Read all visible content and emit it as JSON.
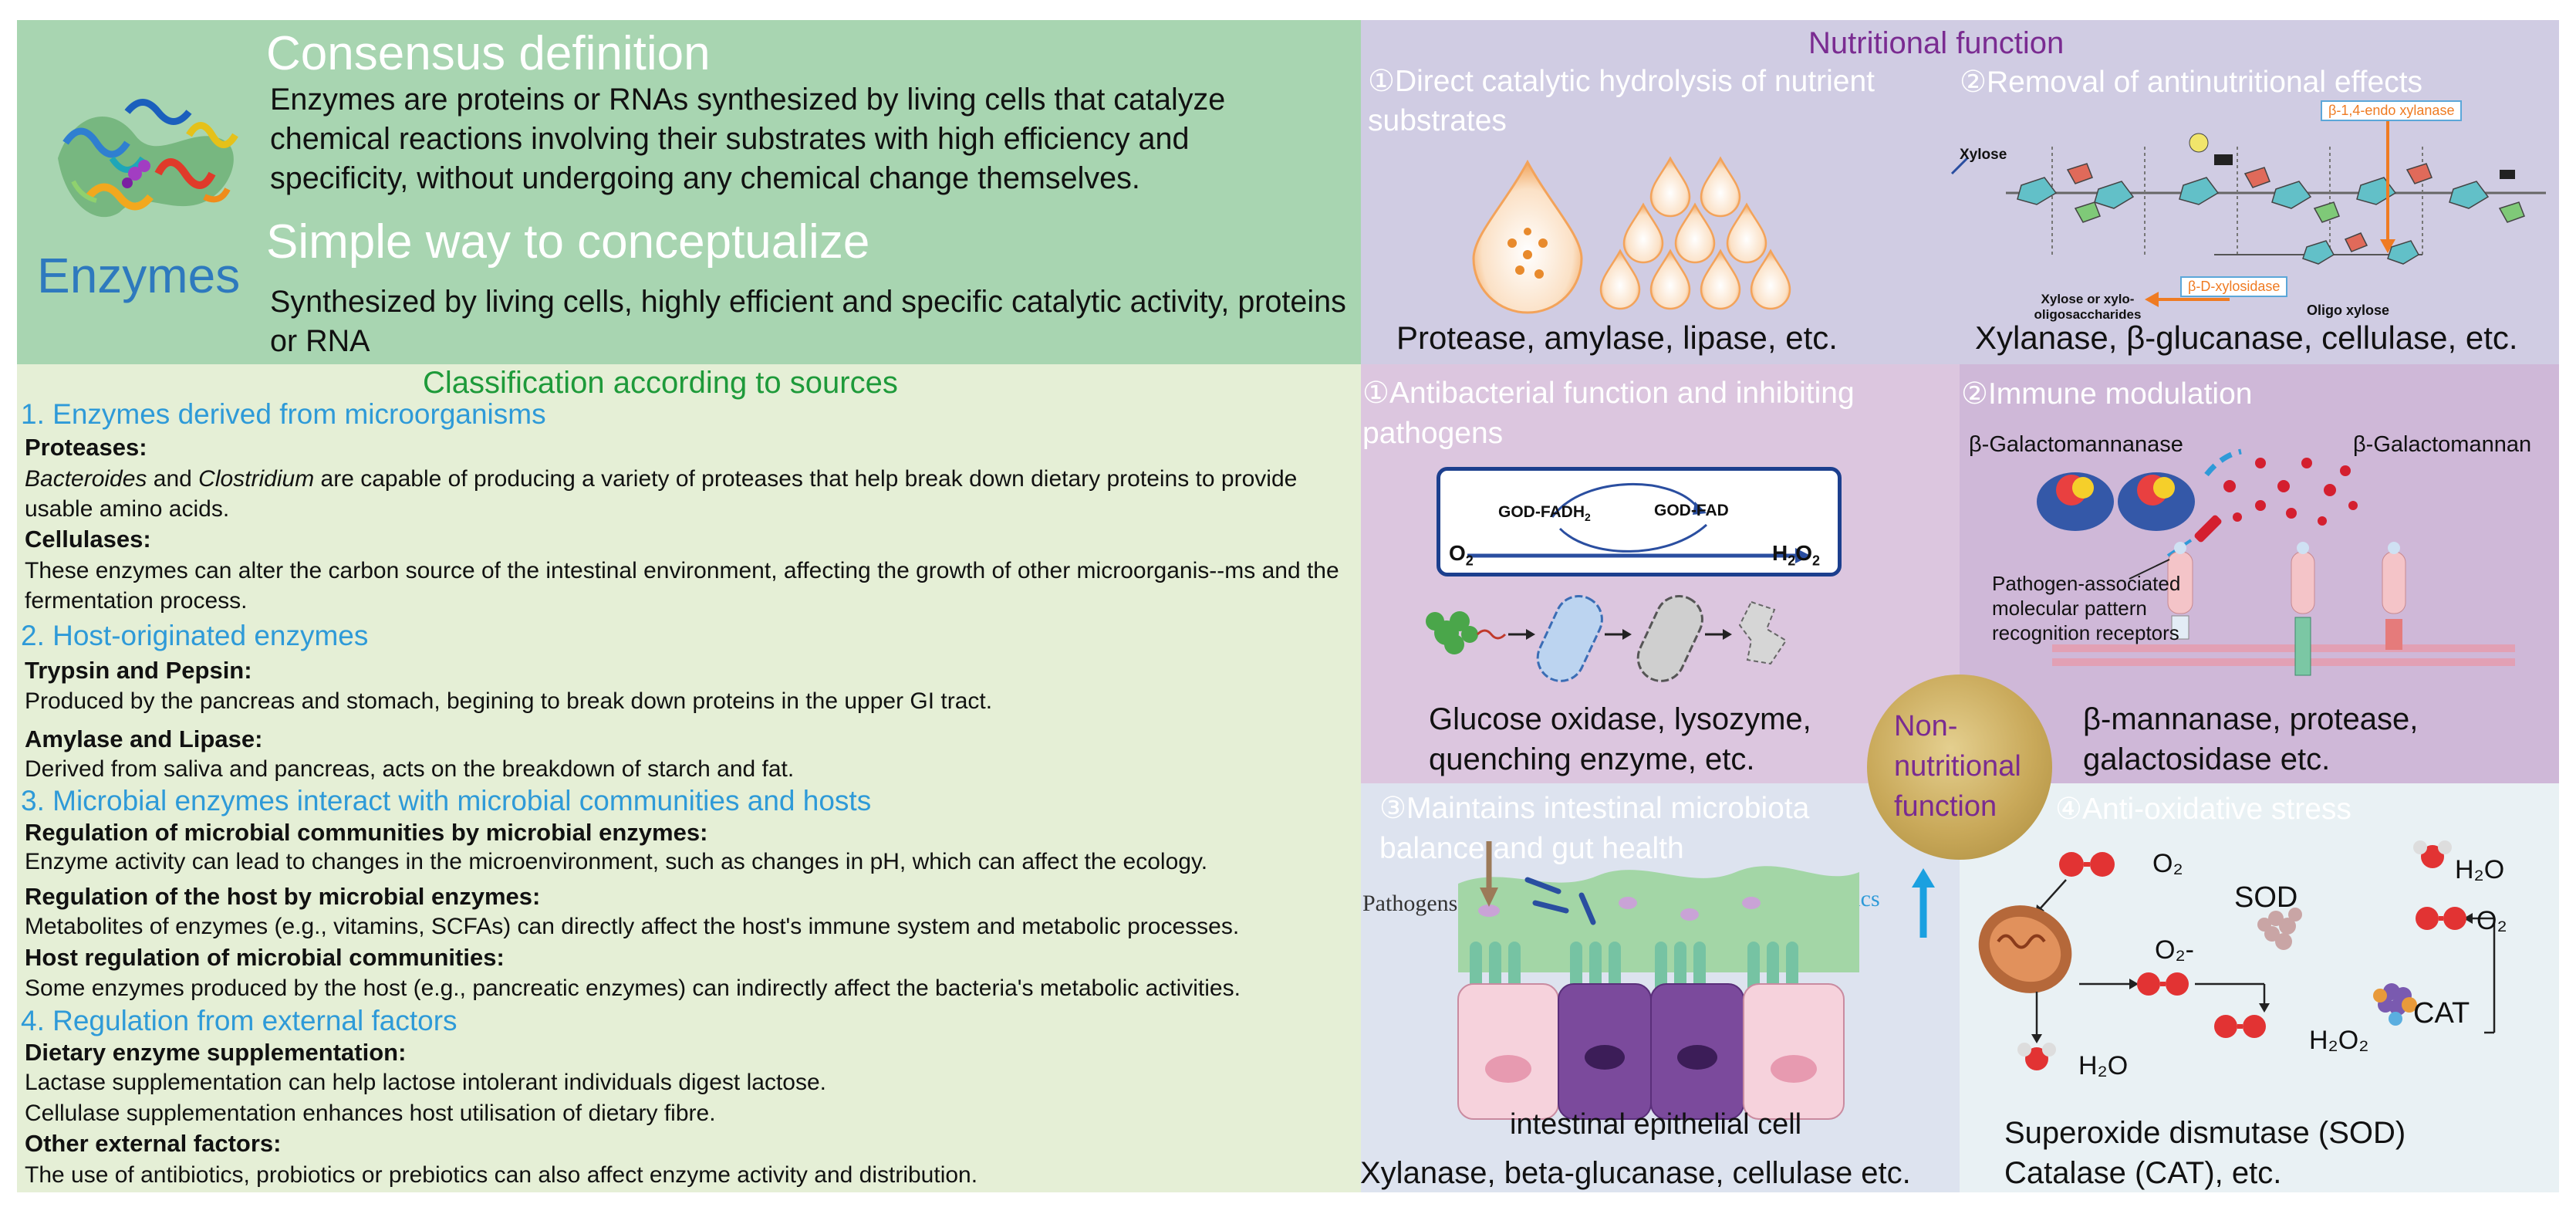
{
  "definition": {
    "enzymes_label": "Enzymes",
    "consensus_title": "Consensus definition",
    "consensus_text": "Enzymes are proteins or RNAs synthesized by living cells that catalyze chemical reactions involving their substrates with high efficiency and specificity,  without undergoing any chemical change themselves.",
    "simple_title": "Simple way to conceptualize",
    "simple_text": "Synthesized by living cells, highly efficient and specific catalytic activity, proteins or RNA"
  },
  "classification": {
    "title": "Classification according to sources",
    "sections": [
      {
        "heading": "1. Enzymes derived from microorganisms",
        "items": [
          {
            "label": "Proteases:",
            "italic1": "Bacteroides",
            "mid": " and ",
            "italic2": "Clostridium",
            "text": " are capable of producing a variety of proteases that help break down dietary proteins to provide usable amino acids."
          },
          {
            "label": "Cellulases:",
            "text": "These enzymes can alter the carbon source of the intestinal environment, affecting the growth of other microorganis--ms and the fermentation process."
          }
        ]
      },
      {
        "heading": "2. Host-originated enzymes",
        "items": [
          {
            "label": "Trypsin and Pepsin:",
            "text": "Produced by the pancreas and stomach, begining to break down proteins in the upper GI tract."
          },
          {
            "label": "Amylase and Lipase:",
            "text": "Derived from saliva and pancreas, acts on the breakdown of starch and fat."
          }
        ]
      },
      {
        "heading": "3. Microbial enzymes interact with microbial communities and hosts",
        "items": [
          {
            "label": "Regulation of microbial communities by microbial enzymes:",
            "text": "Enzyme activity can lead to changes in the microenvironment, such as changes in pH, which can affect the ecology."
          },
          {
            "label": "Regulation of the host by microbial enzymes:",
            "text": "Metabolites of enzymes (e.g., vitamins, SCFAs) can directly affect the host's immune system and metabolic processes."
          },
          {
            "label": "Host regulation of microbial communities:",
            "text": "Some enzymes produced by the host (e.g., pancreatic enzymes) can indirectly affect the bacteria's metabolic activities."
          }
        ]
      },
      {
        "heading": "4. Regulation from external factors",
        "items": [
          {
            "label": "Dietary enzyme supplementation:",
            "text": "Lactase supplementation can help lactose intolerant individuals digest lactose.",
            "text2": "Cellulase supplementation enhances host utilisation of dietary fibre."
          },
          {
            "label": "Other external factors:",
            "text": "The use of antibiotics, probiotics or prebiotics can also affect enzyme activity and distribution."
          }
        ]
      }
    ]
  },
  "nutritional": {
    "title": "Nutritional function",
    "direct_title": "①Direct catalytic hydrolysis of nutrient substrates",
    "direct_caption": "Protease, amylase, lipase, etc.",
    "antinutri_title": "②Removal of antinutritional effects",
    "antinutri_caption": "Xylanase, β-glucanase, cellulase, etc.",
    "xylose_label": "Xylose",
    "endo_label": "β-1,4-endo xylanase",
    "xylosidase_label": "β-D-xylosidase",
    "xylo_oligo_label": "Xylose or xylo-oligosaccharides",
    "oligo_label": "Oligo xylose"
  },
  "non_nutritional": {
    "center_label": "Non-nutritional function",
    "antibacterial_title": "①Antibacterial function and inhibiting pathogens",
    "god_fadh": "GOD-FADH",
    "god_fadh_sub": "2",
    "god_fad": "GOD-FAD",
    "o2": "O",
    "o2_sub": "2",
    "h2o2_h": "H",
    "h2o2_sub": "2",
    "h2o2_o": "O",
    "h2o2_sub2": "2",
    "antibacterial_caption": "Glucose oxidase, lysozyme, quenching enzyme, etc.",
    "immune_title": "②Immune modulation",
    "galactomannanase": "β-Galactomannanase",
    "galactomannan": "β-Galactomannan",
    "pamp_label": "Pathogen-associated molecular pattern recognition receptors",
    "immune_caption": "β-mannanase, protease, galactosidase etc.",
    "microbiota_title": "③Maintains intestinal microbiota balance and gut health",
    "pathogens_label": "Pathogens",
    "probiotics_label": "Probiotics",
    "epithelial_label": "intestinal epithelial cell",
    "microbiota_caption": "Xylanase, beta-glucanase, cellulase etc.",
    "oxidative_title": "④Anti-oxidative stress",
    "sod_label": "SOD",
    "cat_label": "CAT",
    "o2_label": "O₂",
    "o2_label2": "O₂",
    "o2_minus_label": "O₂-",
    "h2o_label": "H₂O",
    "h2o_label2": "H₂O",
    "h2o2_label": "H₂O₂",
    "oxidative_caption": "Superoxide dismutase (SOD) Catalase (CAT), etc."
  },
  "colors": {
    "definition_bg": "#a8d5b1",
    "classification_bg": "#e5efd6",
    "nutritional_bg": "#d0cce3",
    "antibacterial_bg": "#dcc6df",
    "immune_bg": "#cfb8d8",
    "microbiota_bg": "#dde3ef",
    "oxidative_bg": "#e9f1f4",
    "blue_heading": "#2e9ad8",
    "green_title": "#1e9a3a",
    "purple_title": "#7a2b91"
  }
}
